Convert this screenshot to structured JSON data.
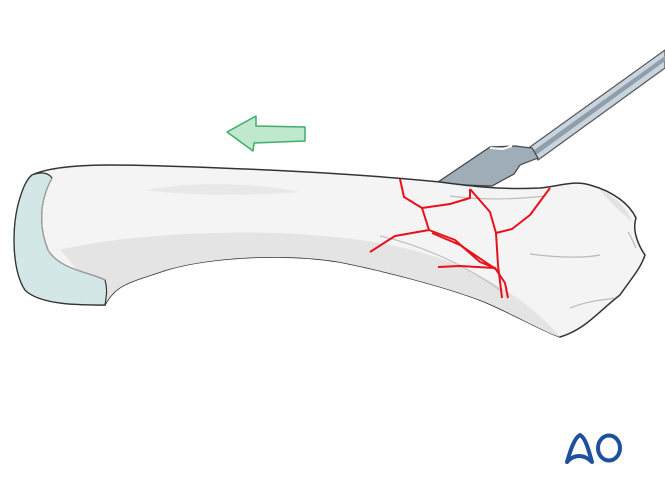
{
  "figure": {
    "subject": "bone-with-fracture-lines",
    "instrument": "osteotome",
    "direction_arrow": "left",
    "colors": {
      "bone_fill": "#f4f4f4",
      "bone_shadow": "#e6e6e6",
      "bone_outline": "#3a3a3a",
      "cartilage_fill": "#d6e8e8",
      "fracture_lines": "#e8111b",
      "arrow_fill": "#bfe8cc",
      "arrow_stroke": "#3fae6a",
      "instrument_light": "#c7d3dc",
      "instrument_dark": "#8f9ea9",
      "logo": "#1e4fa0"
    }
  },
  "logo": {
    "text": "AO"
  }
}
